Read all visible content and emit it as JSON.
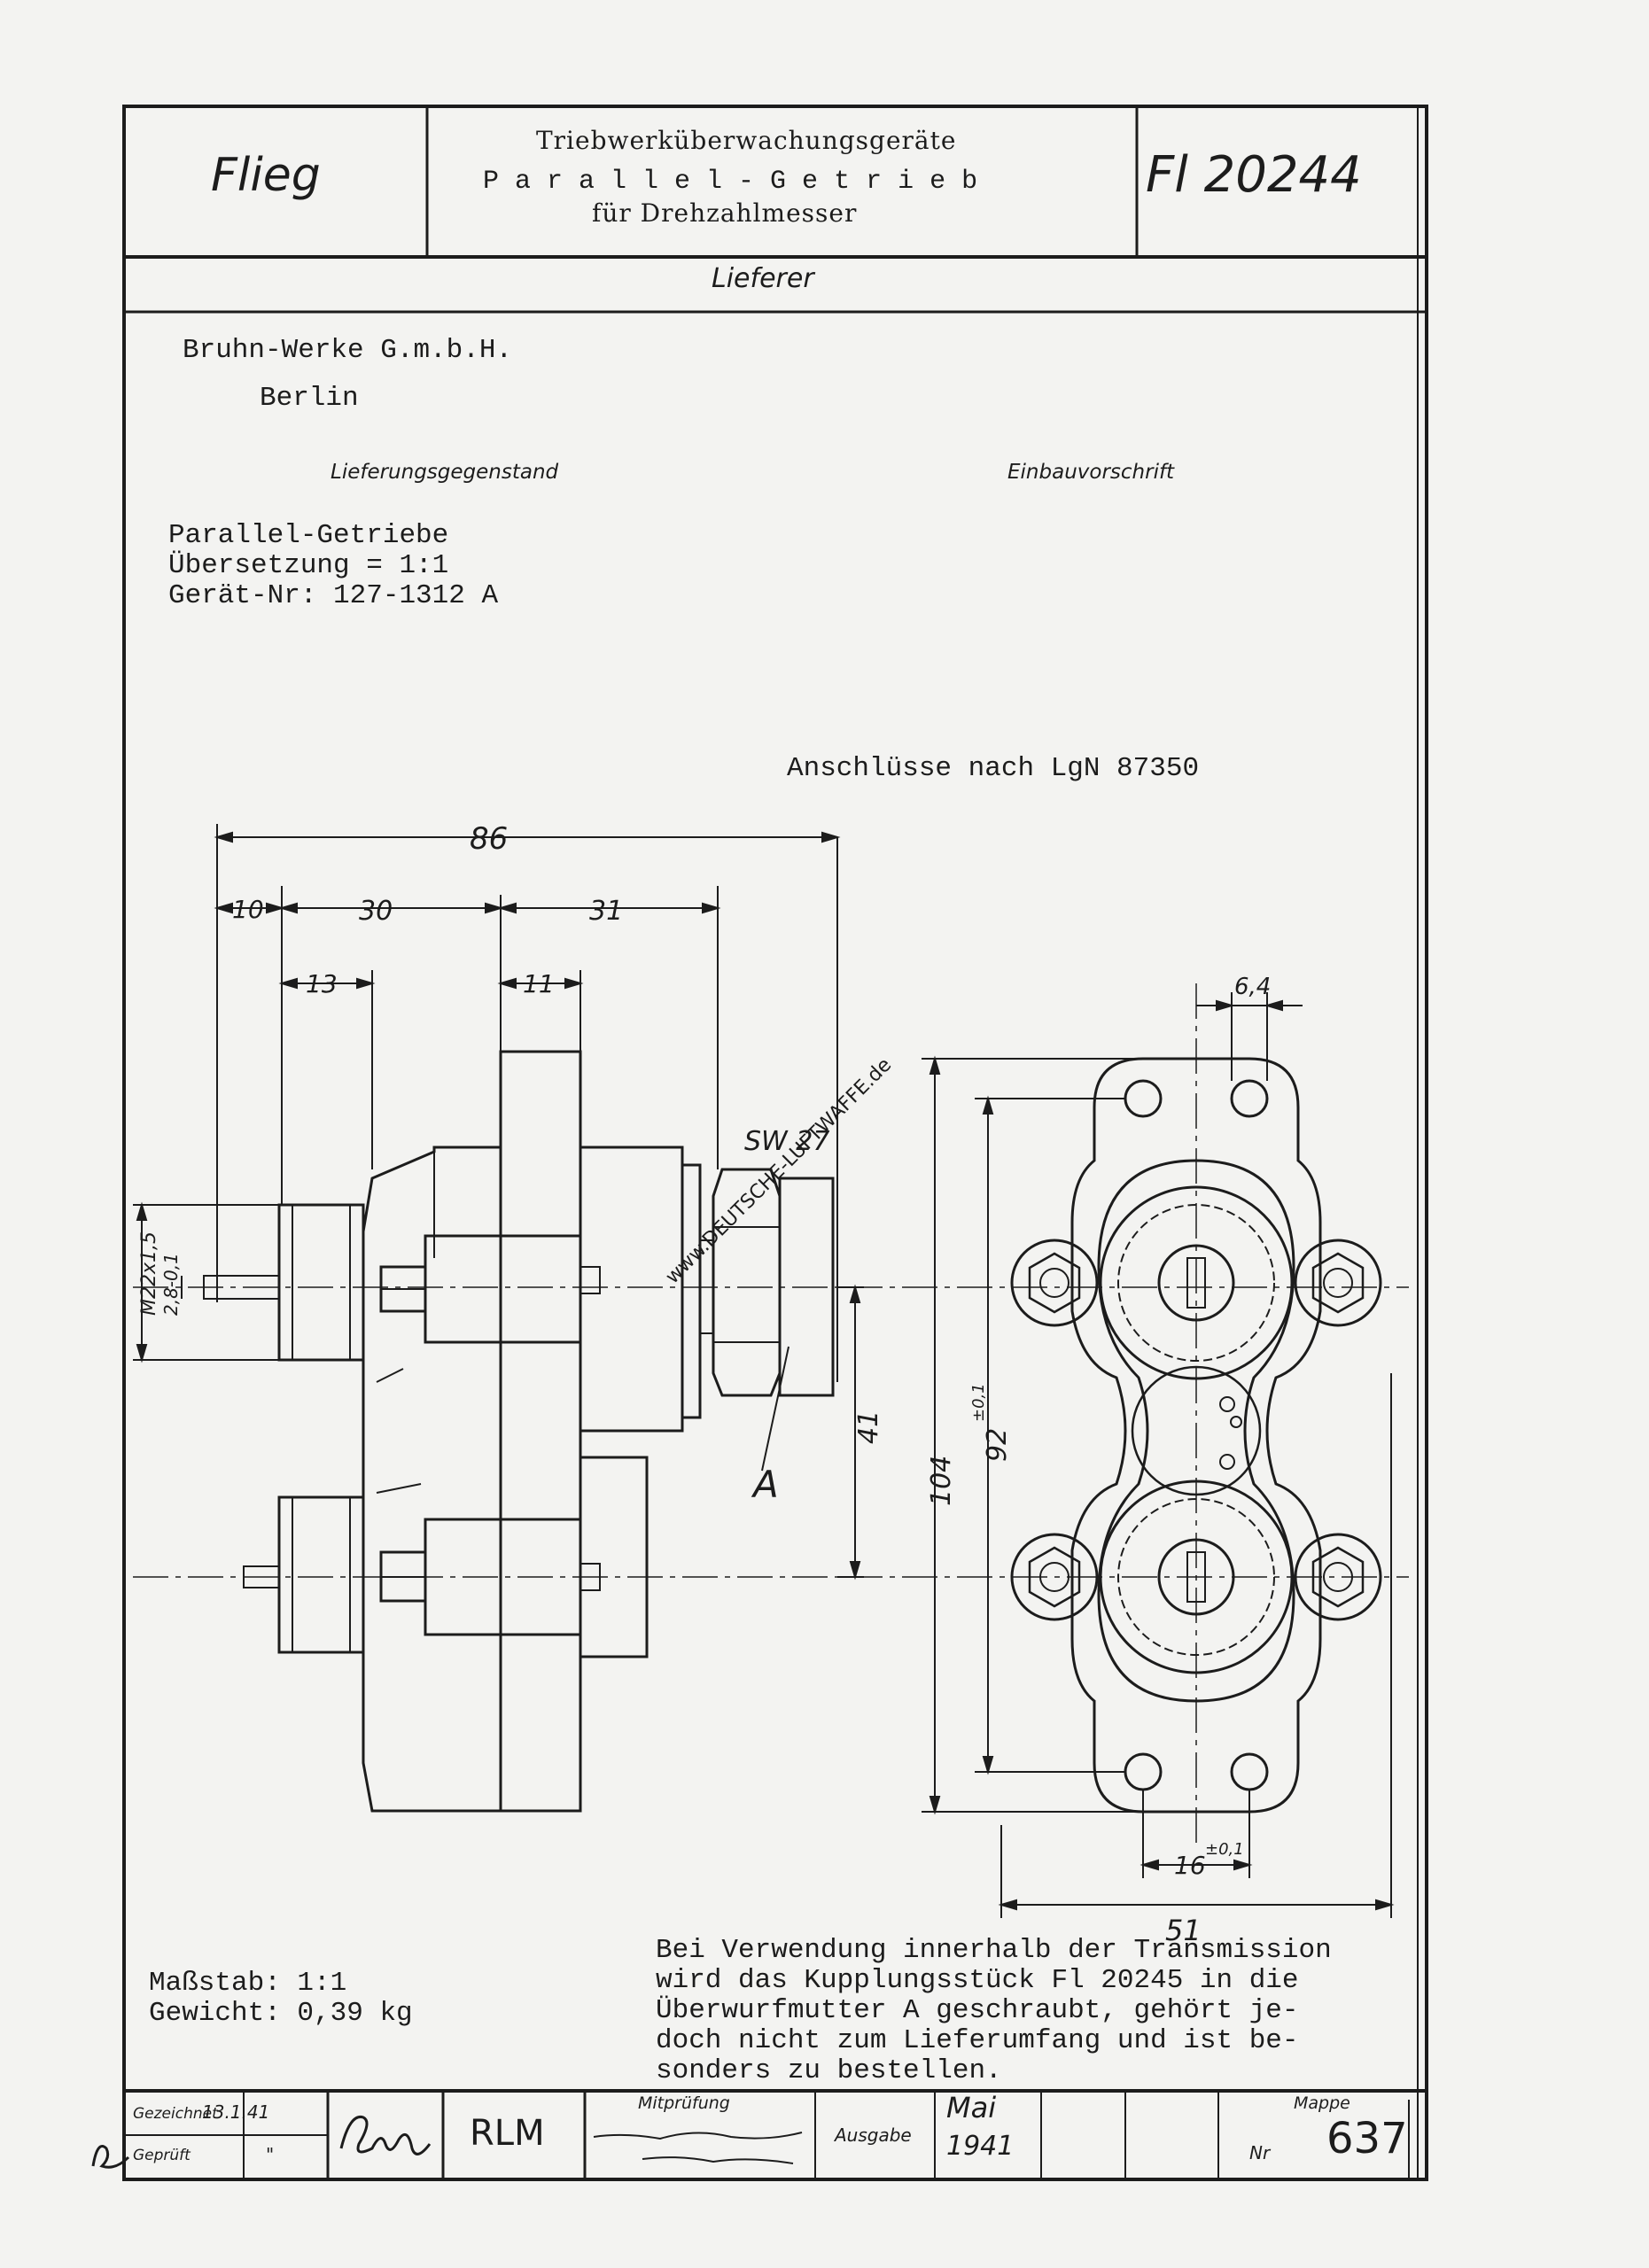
{
  "header": {
    "company": "Flieg",
    "category": "Triebwerküberwachungsgeräte",
    "title": "P a r a l l e l - G e t r i e b",
    "subtitle": "für Drehzahlmesser",
    "number": "Fl 20244"
  },
  "supplier": {
    "heading": "Lieferer",
    "name": "Bruhn-Werke G.m.b.H.",
    "city": "Berlin"
  },
  "delivery": {
    "heading": "Lieferungsgegenstand",
    "line1": "Parallel-Getriebe",
    "line2": "Übersetzung = 1:1",
    "line3": "Gerät-Nr: 127-1312 A"
  },
  "install": {
    "heading": "Einbauvorschrift",
    "connections": "Anschlüsse nach LgN 87350"
  },
  "dimensions": {
    "d86": "86",
    "d10": "10",
    "d30": "30",
    "d31": "31",
    "d13": "13",
    "d11": "11",
    "d64": "6,4",
    "sw": "SW 27",
    "thread": "M22x1,5",
    "shaft": "2,8-0,1",
    "d41": "41",
    "d104": "104",
    "d92": "92",
    "d92tol": "±0,1",
    "d16": "16",
    "d16tol": "±0,1",
    "d51": "51",
    "labelA": "A"
  },
  "note": {
    "line1": "Bei Verwendung innerhalb der Transmission",
    "line2": "wird das Kupplungsstück Fl 20245 in die",
    "line3": "Überwurfmutter A geschraubt, gehört je-",
    "line4": "doch nicht zum Lieferumfang und ist be-",
    "line5": "sonders zu bestellen."
  },
  "scale": {
    "scale_line": "Maßstab: 1:1",
    "weight_line": "Gewicht: 0,39 kg"
  },
  "titleblock": {
    "drawn_label": "Gezeichnet",
    "drawn_date": "13.1.41",
    "checked_label": "Geprüft",
    "checked_mark": "\"",
    "rlm": "RLM",
    "co_check_label": "Mitprüfung",
    "edition_label": "Ausgabe",
    "edition_month": "Mai",
    "edition_year": "1941",
    "folder_label": "Mappe",
    "nr_label": "Nr",
    "nr_value": "637"
  },
  "watermark": "www.DEUTSCHE-LUFTWAFFE.de",
  "colors": {
    "paper": "#f3f3f1",
    "ink": "#1c1c1c"
  }
}
